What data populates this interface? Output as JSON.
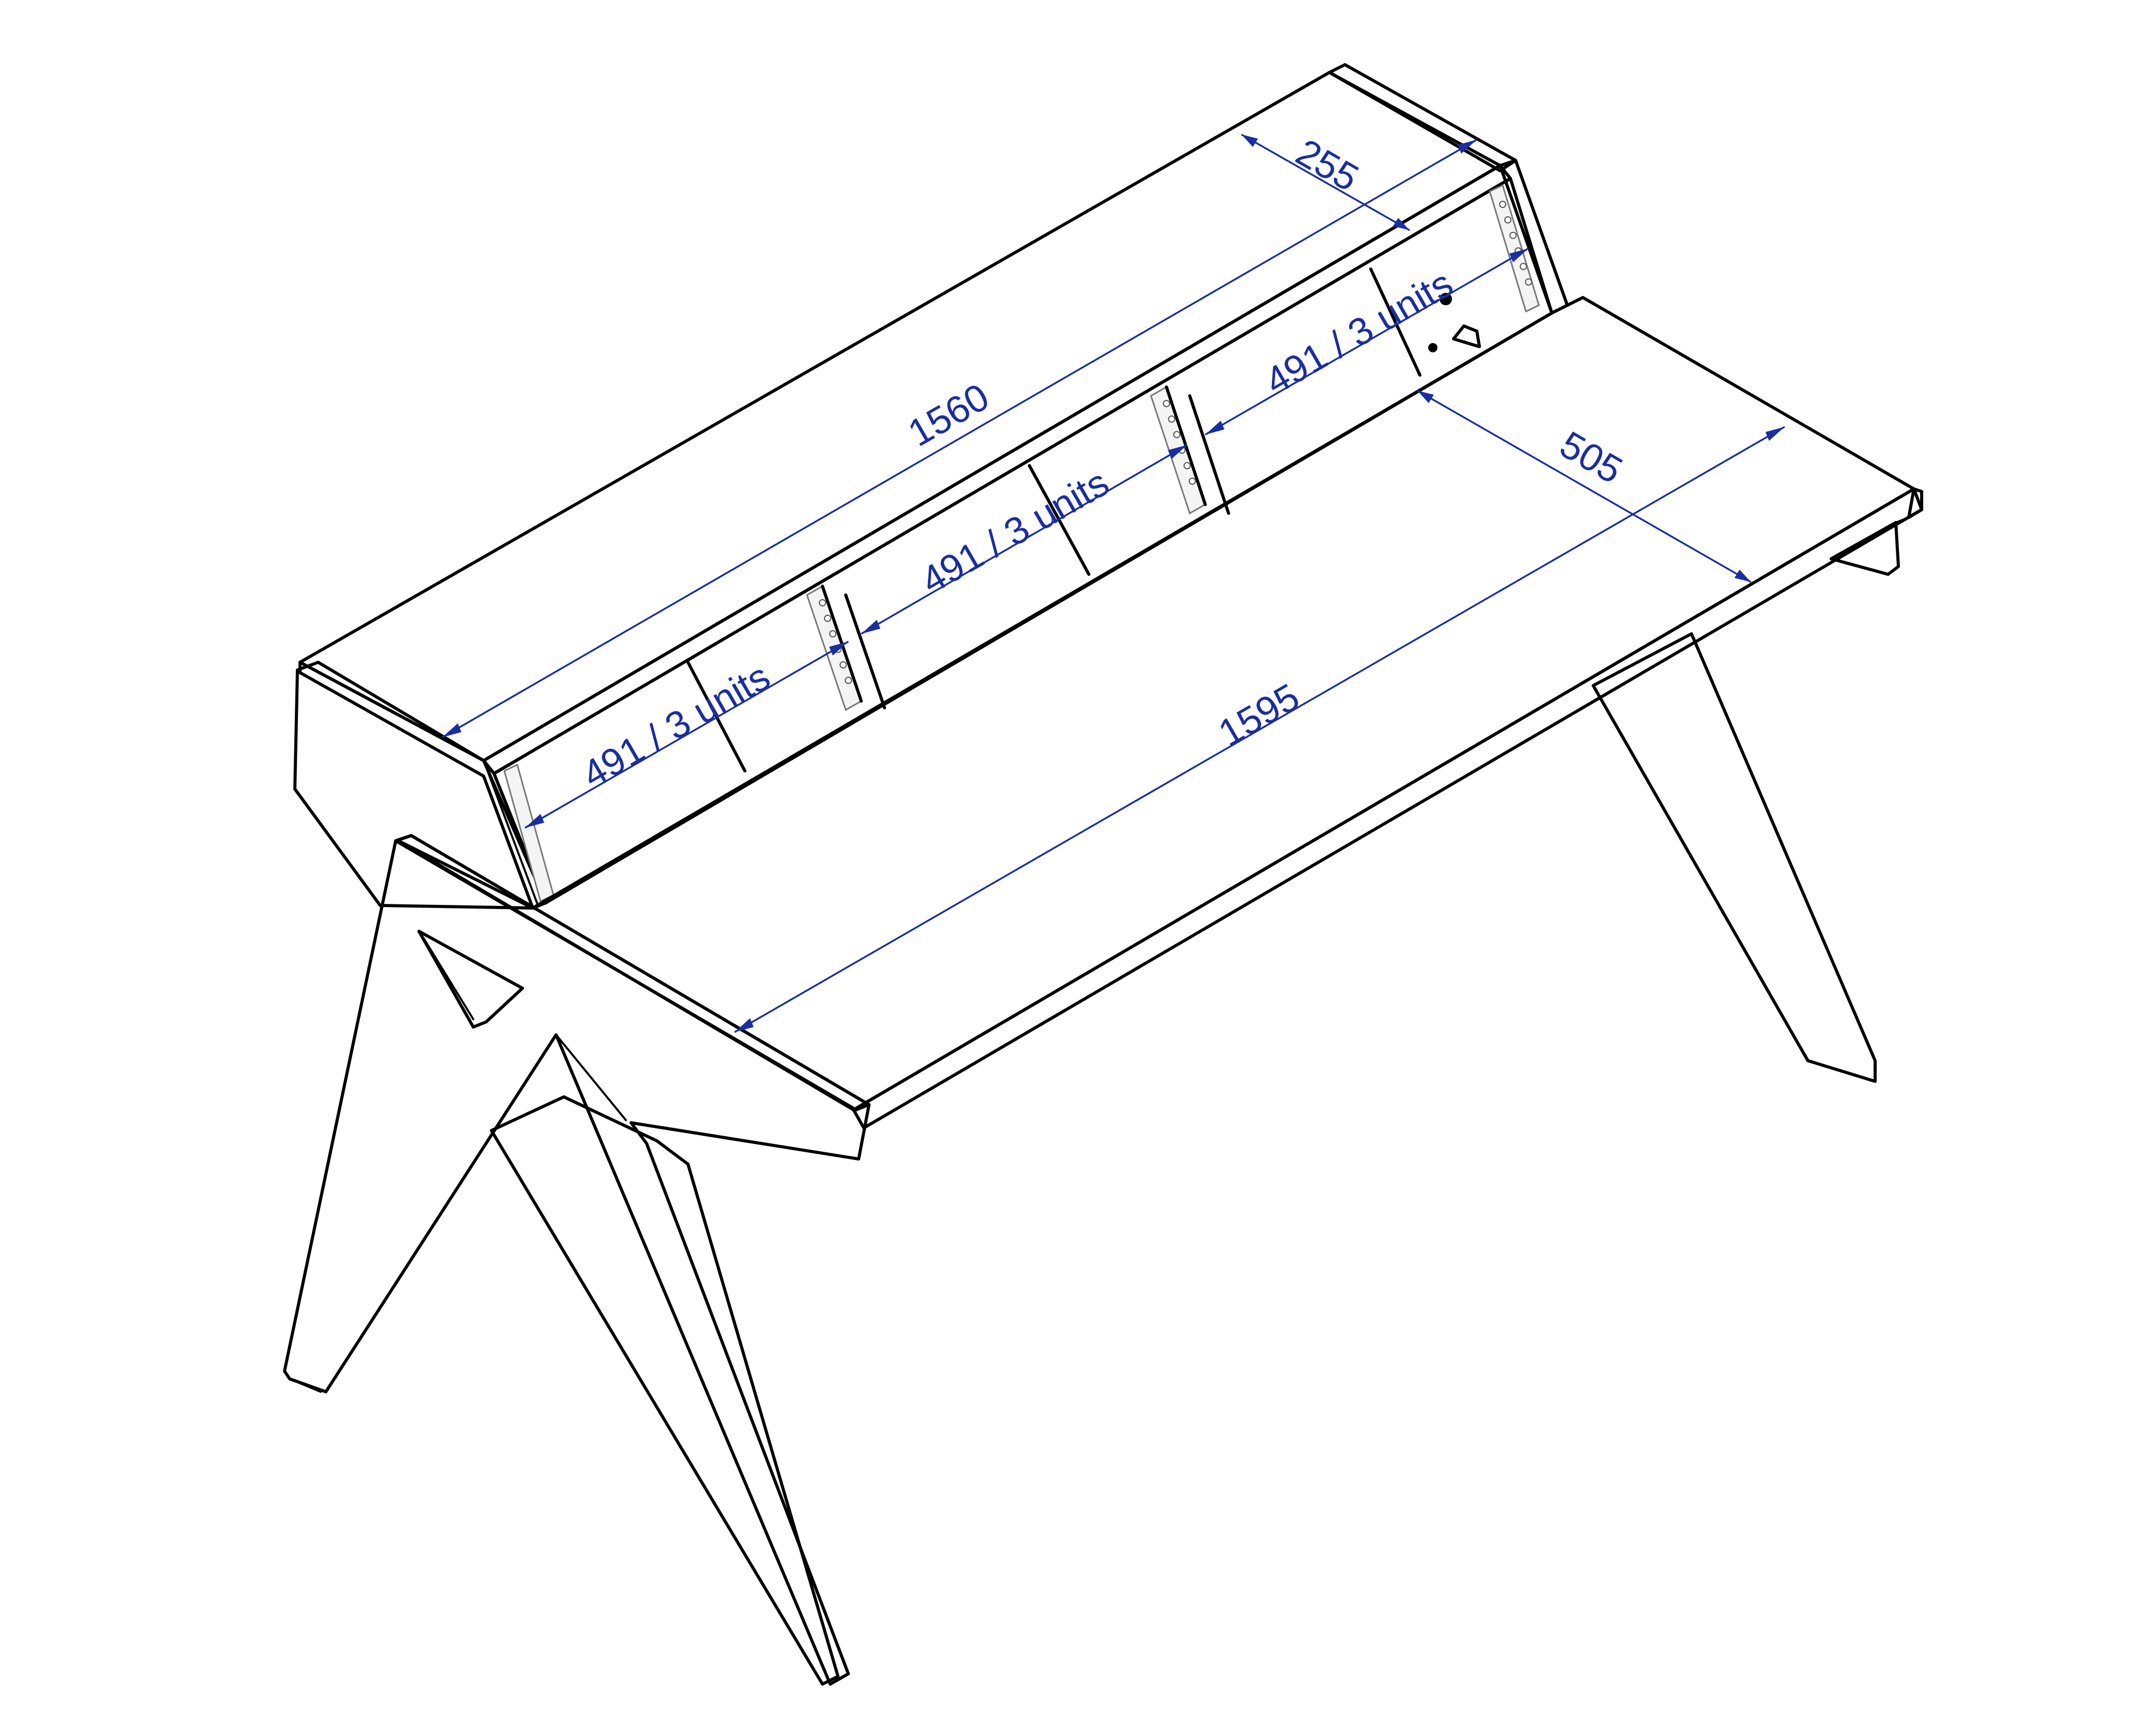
{
  "colors": {
    "outline": "#000000",
    "dimension": "#1a2ea0",
    "background": "#ffffff"
  },
  "dimensions": {
    "top_shelf_length": "1560",
    "shelf_depth": "255",
    "rack_left": "491 / 3 units",
    "rack_middle": "491 / 3 units",
    "rack_right": "491 / 3 units",
    "desk_depth": "505",
    "desk_length": "1595"
  }
}
